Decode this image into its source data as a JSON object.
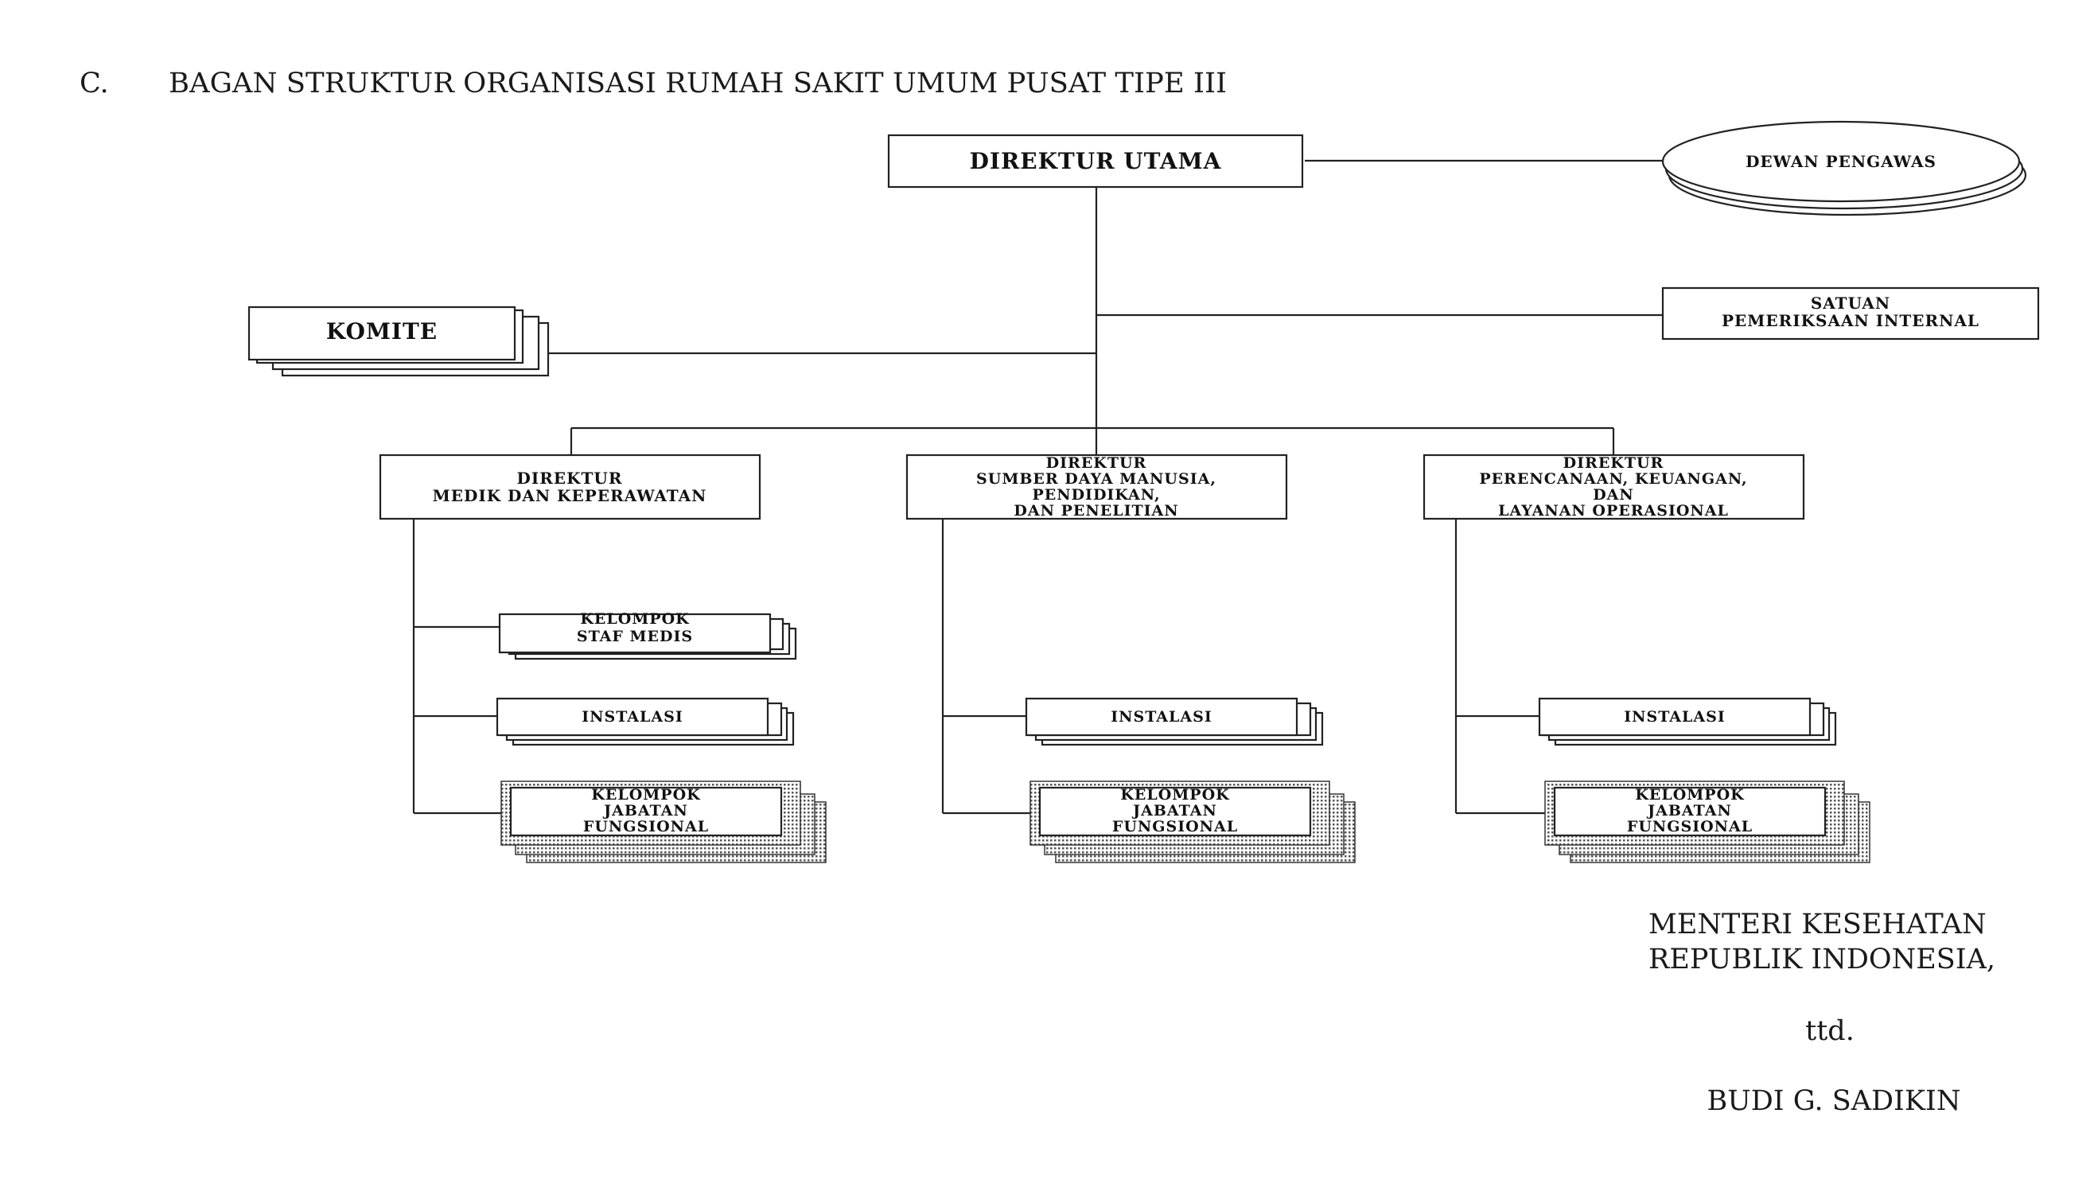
{
  "section": {
    "number": "C.",
    "title": "BAGAN STRUKTUR ORGANISASI RUMAH SAKIT UMUM PUSAT TIPE III"
  },
  "nodes": {
    "direktur_utama": [
      "DIREKTUR UTAMA"
    ],
    "dewan_pengawas": [
      "DEWAN PENGAWAS"
    ],
    "satuan_pemeriksaan_internal": [
      "SATUAN",
      "PEMERIKSAAN INTERNAL"
    ],
    "komite": [
      "KOMITE"
    ],
    "direktur_medik": [
      "DIREKTUR",
      "MEDIK DAN KEPERAWATAN"
    ],
    "direktur_sdm": [
      "DIREKTUR",
      "SUMBER DAYA MANUSIA,",
      "PENDIDIKAN,",
      "DAN PENELITIAN"
    ],
    "direktur_keuangan": [
      "DIREKTUR",
      "PERENCANAAN, KEUANGAN,",
      "DAN",
      "LAYANAN OPERASIONAL"
    ],
    "kelompok_staf_medis": [
      "KELOMPOK",
      "STAF MEDIS"
    ],
    "instalasi_medik": [
      "INSTALASI"
    ],
    "instalasi_sdm": [
      "INSTALASI"
    ],
    "instalasi_keuangan": [
      "INSTALASI"
    ],
    "jabfung_medik": [
      "KELOMPOK",
      "JABATAN",
      "FUNGSIONAL"
    ],
    "jabfung_sdm": [
      "KELOMPOK",
      "JABATAN",
      "FUNGSIONAL"
    ],
    "jabfung_keuangan": [
      "KELOMPOK",
      "JABATAN",
      "FUNGSIONAL"
    ]
  },
  "signature": {
    "position_line1": "MENTERI KESEHATAN",
    "position_line2": "REPUBLIK INDONESIA,",
    "signed": "ttd.",
    "name": "BUDI G. SADIKIN"
  },
  "colors": {
    "line": "#222222",
    "text": "#111111",
    "background": "#ffffff"
  }
}
